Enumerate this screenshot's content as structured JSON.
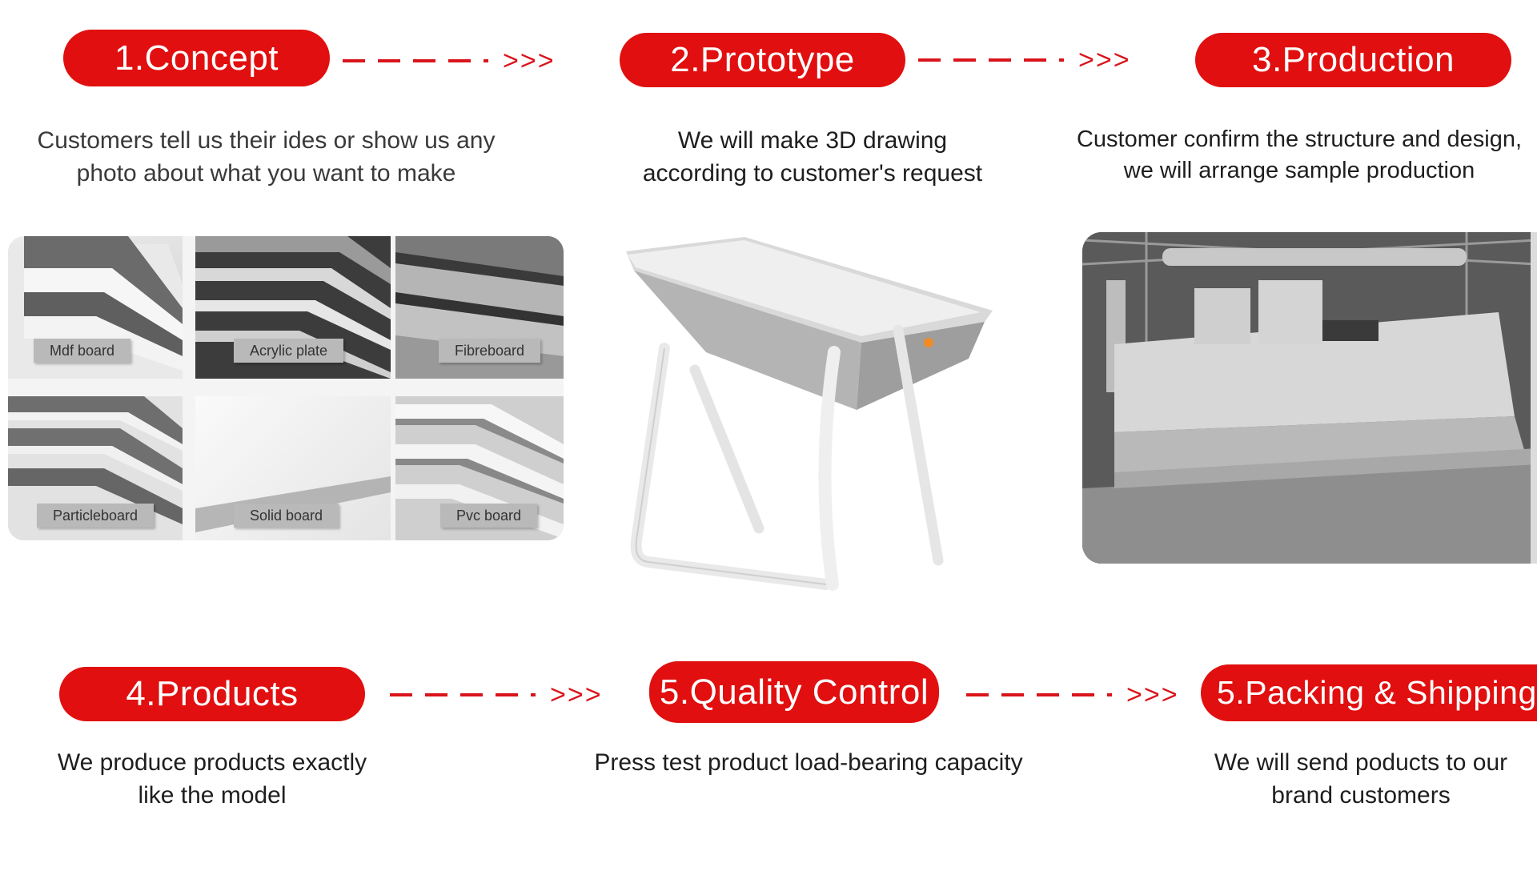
{
  "steps": [
    {
      "label": "1.Concept",
      "lines": [
        "Customers tell us their ides or show us any",
        "photo about what you want to make"
      ]
    },
    {
      "label": "2.Prototype",
      "lines": [
        "We will make 3D drawing",
        "according to customer's request"
      ]
    },
    {
      "label": "3.Production",
      "lines": [
        "Customer confirm the structure and design,",
        "we will arrange sample production"
      ]
    },
    {
      "label": "4.Products",
      "lines": [
        "We produce products exactly",
        "like the model"
      ]
    },
    {
      "label": "5.Quality Control",
      "lines": [
        "Press test product load-bearing capacity"
      ]
    },
    {
      "label": "5.Packing & Shipping",
      "lines": [
        "We will send poducts to our",
        "brand customers"
      ]
    }
  ],
  "arrow_text": ">>>",
  "materials": [
    "Mdf board",
    "Acrylic plate",
    "Fibreboard",
    "Particleboard",
    "Solid board",
    "Pvc board"
  ],
  "colors": {
    "accent": "#e10f0f",
    "text": "#1e1e1e",
    "white": "#ffffff"
  }
}
